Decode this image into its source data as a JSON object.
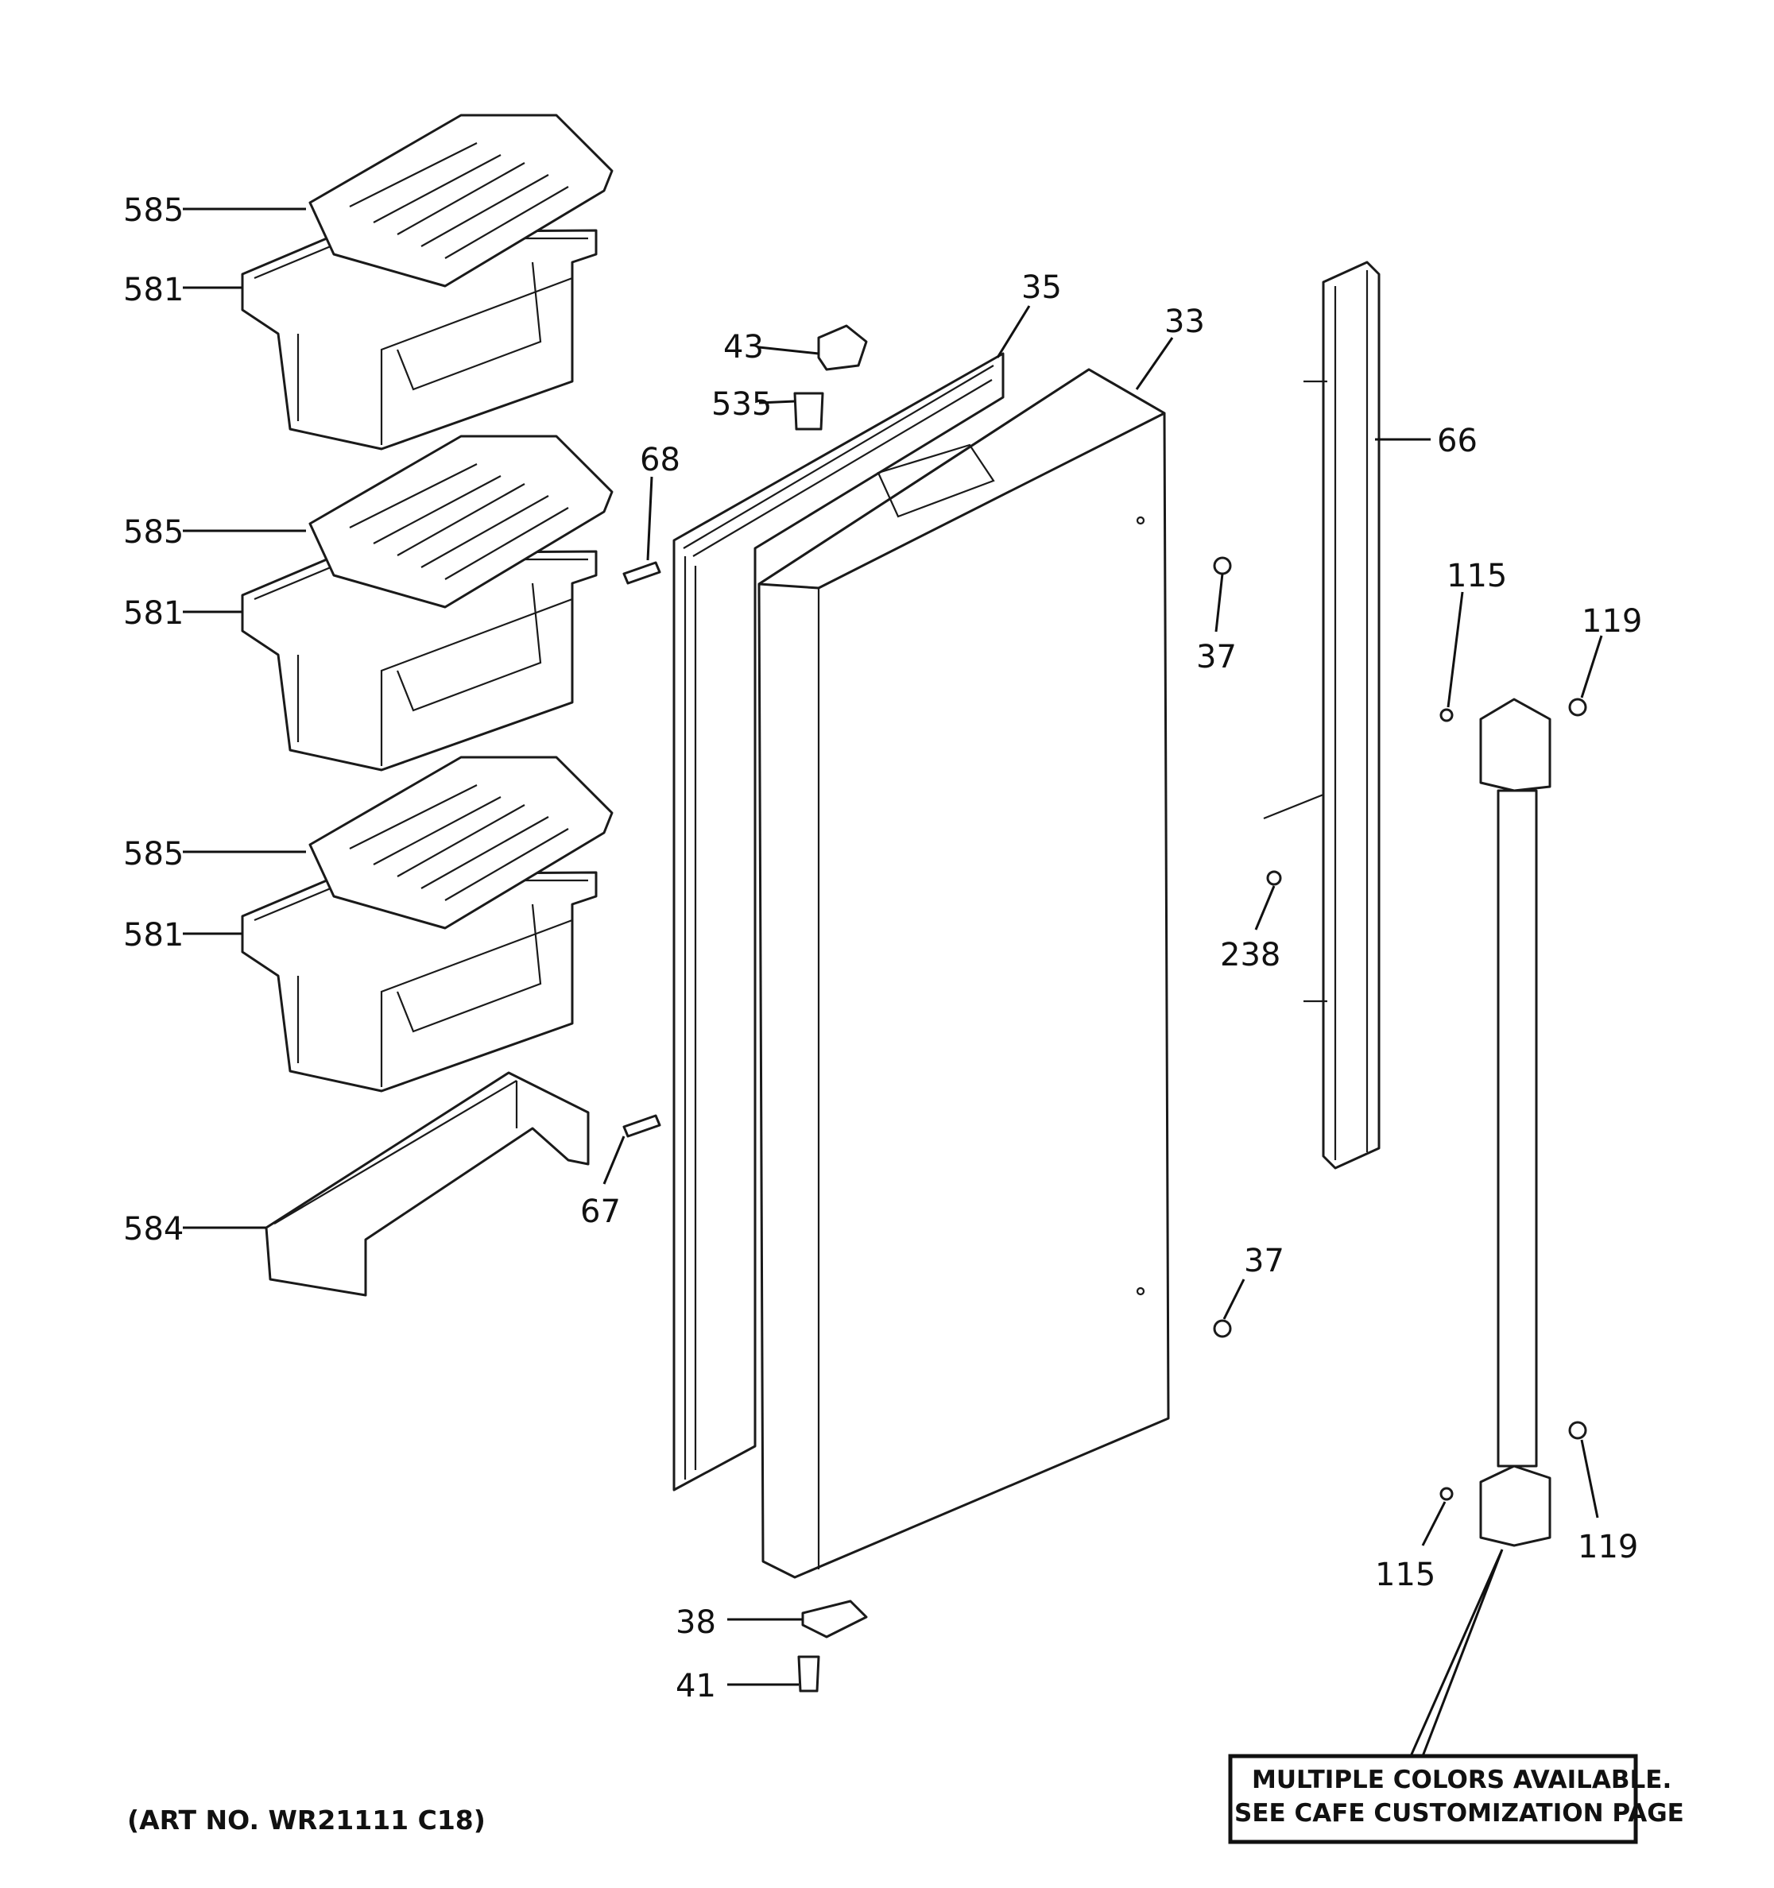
{
  "art_number": "(ART NO. WR21111 C18)",
  "note": {
    "line1": "MULTIPLE COLORS AVAILABLE.",
    "line2": "SEE CAFE CUSTOMIZATION PAGE"
  },
  "callouts": {
    "c585a": "585",
    "c581a": "581",
    "c585b": "585",
    "c581b": "581",
    "c585c": "585",
    "c581c": "581",
    "c584": "584",
    "c43": "43",
    "c535": "535",
    "c35": "35",
    "c33": "33",
    "c68": "68",
    "c67": "67",
    "c66": "66",
    "c37a": "37",
    "c37b": "37",
    "c238": "238",
    "c115a": "115",
    "c115b": "115",
    "c119a": "119",
    "c119b": "119",
    "c38": "38",
    "c41": "41"
  }
}
